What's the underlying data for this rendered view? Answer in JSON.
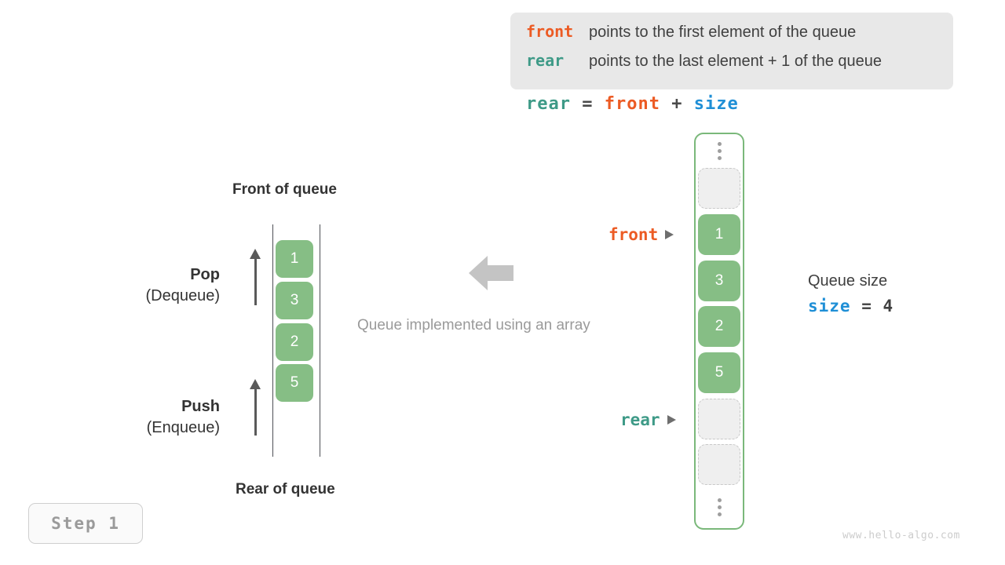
{
  "legend": {
    "lines": [
      {
        "keyword": "front",
        "keyword_color": "#ec5b24",
        "text": "points to the first element of the queue"
      },
      {
        "keyword": "rear",
        "keyword_color": "#3e9a87",
        "text": "points to the last element + 1 of the queue"
      }
    ]
  },
  "formula": {
    "rear": "rear",
    "equals": "=",
    "front": "front",
    "plus": "+",
    "size": "size"
  },
  "left_queue": {
    "top_label": "Front of queue",
    "bottom_label": "Rear of queue",
    "cells": [
      "1",
      "3",
      "2",
      "5"
    ],
    "pop": {
      "title": "Pop",
      "subtitle": "(Dequeue)"
    },
    "push": {
      "title": "Push",
      "subtitle": "(Enqueue)"
    }
  },
  "center": {
    "caption": "Queue implemented using an array",
    "arrow_direction": "left",
    "arrow_color": "#c4c4c4"
  },
  "array": {
    "top_ellipsis": "⋮",
    "bottom_ellipsis": "⋮",
    "slots": [
      {
        "value": "",
        "state": "empty"
      },
      {
        "value": "1",
        "state": "filled"
      },
      {
        "value": "3",
        "state": "filled"
      },
      {
        "value": "2",
        "state": "filled"
      },
      {
        "value": "5",
        "state": "filled"
      },
      {
        "value": "",
        "state": "empty"
      },
      {
        "value": "",
        "state": "empty"
      }
    ],
    "pointers": {
      "front": {
        "label": "front",
        "color": "#ec5b24"
      },
      "rear": {
        "label": "rear",
        "color": "#3e9a87"
      }
    }
  },
  "size_info": {
    "caption": "Queue size",
    "name": "size",
    "equals": "=",
    "value": "4"
  },
  "step_badge": {
    "label": "Step 1"
  },
  "watermark": {
    "text": "www.hello-algo.com"
  },
  "colors": {
    "front": "#ec5b24",
    "rear": "#3e9a87",
    "size": "#1f8fd6",
    "cell_fill": "#86be85",
    "array_border": "#7ab87a",
    "legend_bg": "#e8e8e8",
    "muted": "#9a9a9a"
  }
}
